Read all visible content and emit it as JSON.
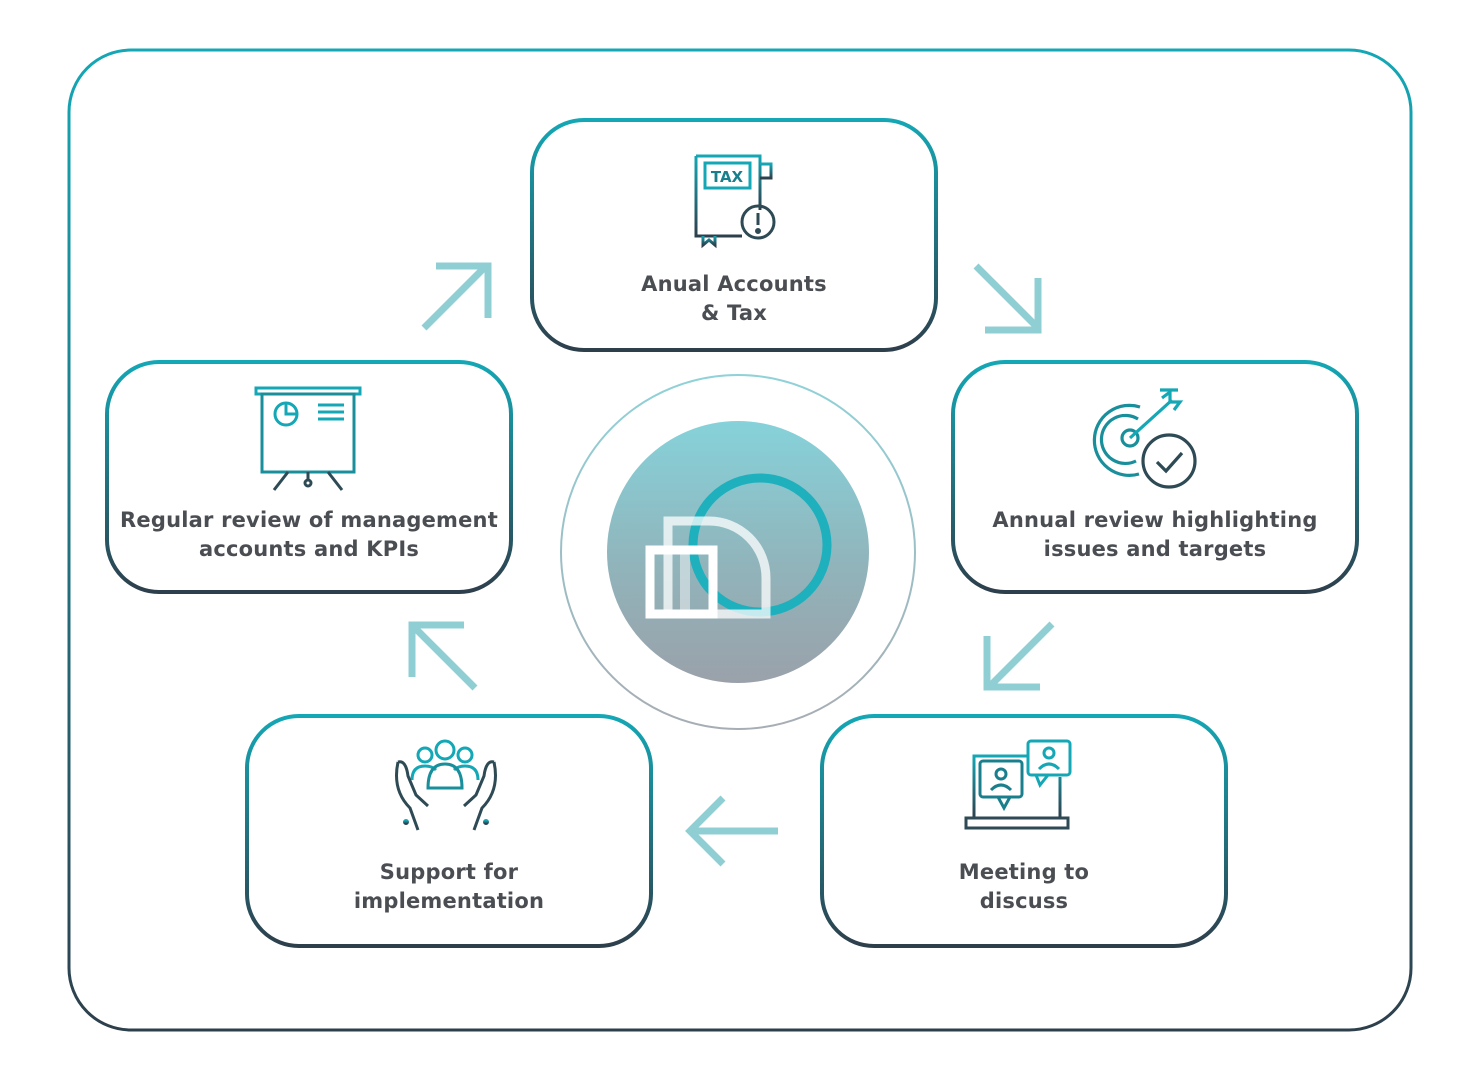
{
  "colors": {
    "teal": "#14a7b5",
    "dark": "#2e3f4c",
    "arrow": "#7ec9cf",
    "text": "#4a4d52"
  },
  "center": {
    "logo_icon": "cycle-logo-icon"
  },
  "steps": [
    {
      "icon": "tax-document-icon",
      "lines": [
        "Anual Accounts",
        "& Tax"
      ]
    },
    {
      "icon": "target-check-icon",
      "lines": [
        "Annual review highlighting",
        "issues and targets"
      ]
    },
    {
      "icon": "video-meeting-icon",
      "lines": [
        "Meeting to",
        "discuss"
      ]
    },
    {
      "icon": "team-support-icon",
      "lines": [
        "Support for",
        "implementation"
      ]
    },
    {
      "icon": "presentation-board-icon",
      "lines": [
        "Regular review of management",
        "accounts and KPIs"
      ]
    }
  ]
}
